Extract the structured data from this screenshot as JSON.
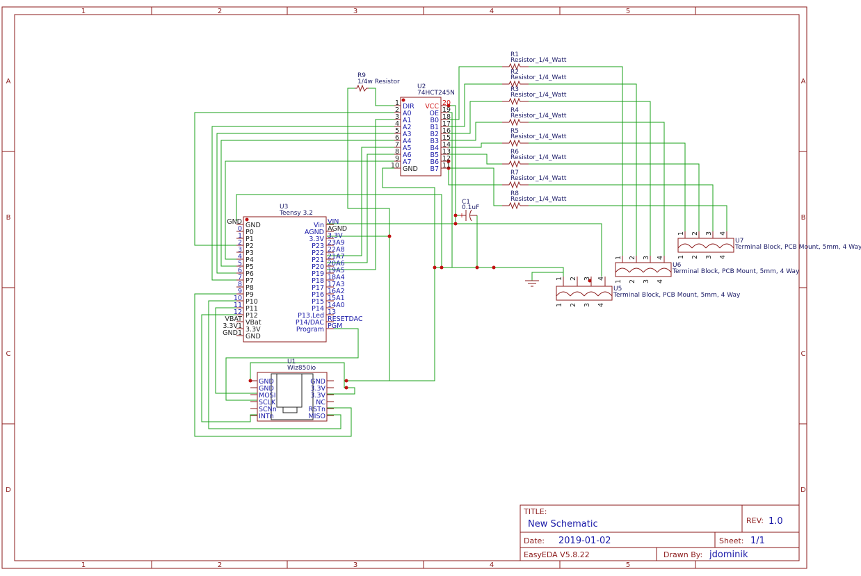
{
  "frame": {
    "columns": [
      "1",
      "2",
      "3",
      "4",
      "5"
    ],
    "rows": [
      "A",
      "B",
      "C",
      "D"
    ]
  },
  "title_block": {
    "title_label": "TITLE:",
    "title": "New Schematic",
    "rev_label": "REV:",
    "rev": "1.0",
    "date_label": "Date:",
    "date": "2019-01-02",
    "sheet_label": "Sheet:",
    "sheet": "1/1",
    "software": "EasyEDA V5.8.22",
    "drawn_by_label": "Drawn By:",
    "drawn_by": "jdominik"
  },
  "components": {
    "r9": {
      "ref": "R9",
      "value": "1/4w Resistor"
    },
    "u2": {
      "ref": "U2",
      "value": "74HCT245N",
      "left_pins": [
        {
          "num": "1",
          "name": "DIR"
        },
        {
          "num": "2",
          "name": "A0"
        },
        {
          "num": "3",
          "name": "A1"
        },
        {
          "num": "4",
          "name": "A2"
        },
        {
          "num": "5",
          "name": "A3"
        },
        {
          "num": "6",
          "name": "A4"
        },
        {
          "num": "7",
          "name": "A5"
        },
        {
          "num": "8",
          "name": "A6"
        },
        {
          "num": "9",
          "name": "A7"
        },
        {
          "num": "10",
          "name": "GND"
        }
      ],
      "right_pins": [
        {
          "num": "20",
          "name": "VCC"
        },
        {
          "num": "19",
          "name": "OE"
        },
        {
          "num": "18",
          "name": "B0"
        },
        {
          "num": "17",
          "name": "B1"
        },
        {
          "num": "16",
          "name": "B2"
        },
        {
          "num": "15",
          "name": "B3"
        },
        {
          "num": "14",
          "name": "B4"
        },
        {
          "num": "13",
          "name": "B5"
        },
        {
          "num": "12",
          "name": "B6"
        },
        {
          "num": "11",
          "name": "B7"
        }
      ]
    },
    "resistors": [
      {
        "ref": "R1",
        "value": "Resistor_1/4_Watt"
      },
      {
        "ref": "R2",
        "value": "Resistor_1/4_Watt"
      },
      {
        "ref": "R3",
        "value": "Resistor_1/4_Watt"
      },
      {
        "ref": "R4",
        "value": "Resistor_1/4_Watt"
      },
      {
        "ref": "R5",
        "value": "Resistor_1/4_Watt"
      },
      {
        "ref": "R6",
        "value": "Resistor_1/4_Watt"
      },
      {
        "ref": "R7",
        "value": "Resistor_1/4_Watt"
      },
      {
        "ref": "R8",
        "value": "Resistor_1/4_Watt"
      }
    ],
    "c1": {
      "ref": "C1",
      "value": "0.1uF"
    },
    "u3": {
      "ref": "U3",
      "value": "Teensy 3.2",
      "left_pins": [
        {
          "net": "GND",
          "name": "GND"
        },
        {
          "net": "0",
          "name": "P0"
        },
        {
          "net": "1",
          "name": "P1"
        },
        {
          "net": "2",
          "name": "P2"
        },
        {
          "net": "3",
          "name": "P3"
        },
        {
          "net": "4",
          "name": "P4"
        },
        {
          "net": "5",
          "name": "P5"
        },
        {
          "net": "6",
          "name": "P6"
        },
        {
          "net": "7",
          "name": "P7"
        },
        {
          "net": "8",
          "name": "P8"
        },
        {
          "net": "9",
          "name": "P9"
        },
        {
          "net": "10",
          "name": "P10"
        },
        {
          "net": "11",
          "name": "P11"
        },
        {
          "net": "12",
          "name": "P12"
        },
        {
          "net": "VBAT",
          "name": "VBat"
        },
        {
          "net": "3.3V1",
          "name": "3.3V"
        },
        {
          "net": "GND1",
          "name": "GND"
        }
      ],
      "right_pins": [
        {
          "name": "Vin",
          "net": "VIN"
        },
        {
          "name": "AGND",
          "net": "AGND"
        },
        {
          "name": "3.3V",
          "net": "3.3V"
        },
        {
          "name": "P23",
          "net": "23A9"
        },
        {
          "name": "P22",
          "net": "22A8"
        },
        {
          "name": "P21",
          "net": "21A7"
        },
        {
          "name": "P20",
          "net": "20A6"
        },
        {
          "name": "P19",
          "net": "19A5"
        },
        {
          "name": "P18",
          "net": "18A4"
        },
        {
          "name": "P17",
          "net": "17A3"
        },
        {
          "name": "P16",
          "net": "16A2"
        },
        {
          "name": "P15",
          "net": "15A1"
        },
        {
          "name": "P14",
          "net": "14A0"
        },
        {
          "name": "P13.Led",
          "net": "13"
        },
        {
          "name": "P14/DAC",
          "net": "RESETDAC"
        },
        {
          "name": "Program",
          "net": "PGM"
        }
      ]
    },
    "u1": {
      "ref": "U1",
      "value": "Wiz850io",
      "left_pins": [
        "GND",
        "GND",
        "MOSI",
        "SCLK",
        "SCNn",
        "INTn"
      ],
      "right_pins": [
        "GND",
        "3.3V",
        "3.3V",
        "NC",
        "RSTn",
        "MISO"
      ]
    },
    "terminal_blocks": [
      {
        "ref": "U5",
        "value": "Terminal Block, PCB Mount, 5mm, 4 Way",
        "pins": [
          "1",
          "2",
          "3",
          "4"
        ]
      },
      {
        "ref": "U6",
        "value": "Terminal Block, PCB Mount, 5mm, 4 Way",
        "pins": [
          "1",
          "2",
          "3",
          "4"
        ]
      },
      {
        "ref": "U7",
        "value": "Terminal Block, PCB Mount, 5mm, 4 Way",
        "pins": [
          "1",
          "2",
          "3",
          "4"
        ]
      }
    ]
  }
}
